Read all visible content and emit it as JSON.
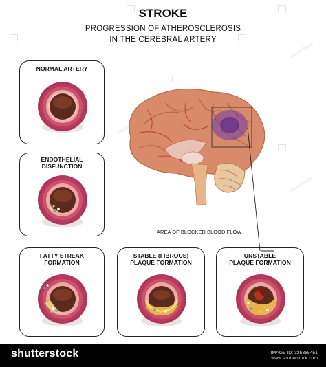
{
  "title": "STROKE",
  "subtitle_line1": "PROGRESSION OF ATHEROSCLEROSIS",
  "subtitle_line2": "IN THE CEREBRAL ARTERY",
  "panels": [
    {
      "label": "NORMAL ARTERY"
    },
    {
      "label_line1": "ENDOTHELIAL",
      "label_line2": "DISFUNCTION"
    },
    {
      "label_line1": "FATTY STREAK",
      "label_line2": "FORMATION"
    },
    {
      "label_line1": "STABLE (FIBROUS)",
      "label_line2": "PLAQUE FORMATION"
    },
    {
      "label_line1": "UNSTABLE",
      "label_line2": "PLAQUE FORMATION"
    }
  ],
  "brain_caption": "AREA OF BLOCKED BLOOD FLOW",
  "watermark": "shutterstock",
  "footer": {
    "brand": "shutterstock",
    "image_id": "IMAGE ID: 326365451",
    "site": "www.shutterstock.com"
  },
  "colors": {
    "artery_wall": "#b83a5c",
    "artery_inner": "#f0a8a4",
    "lumen": "#5a2a1c",
    "brain": "#d98a6a",
    "blocked_area": "#6c3aa6",
    "plaque": "#e8b44a"
  }
}
